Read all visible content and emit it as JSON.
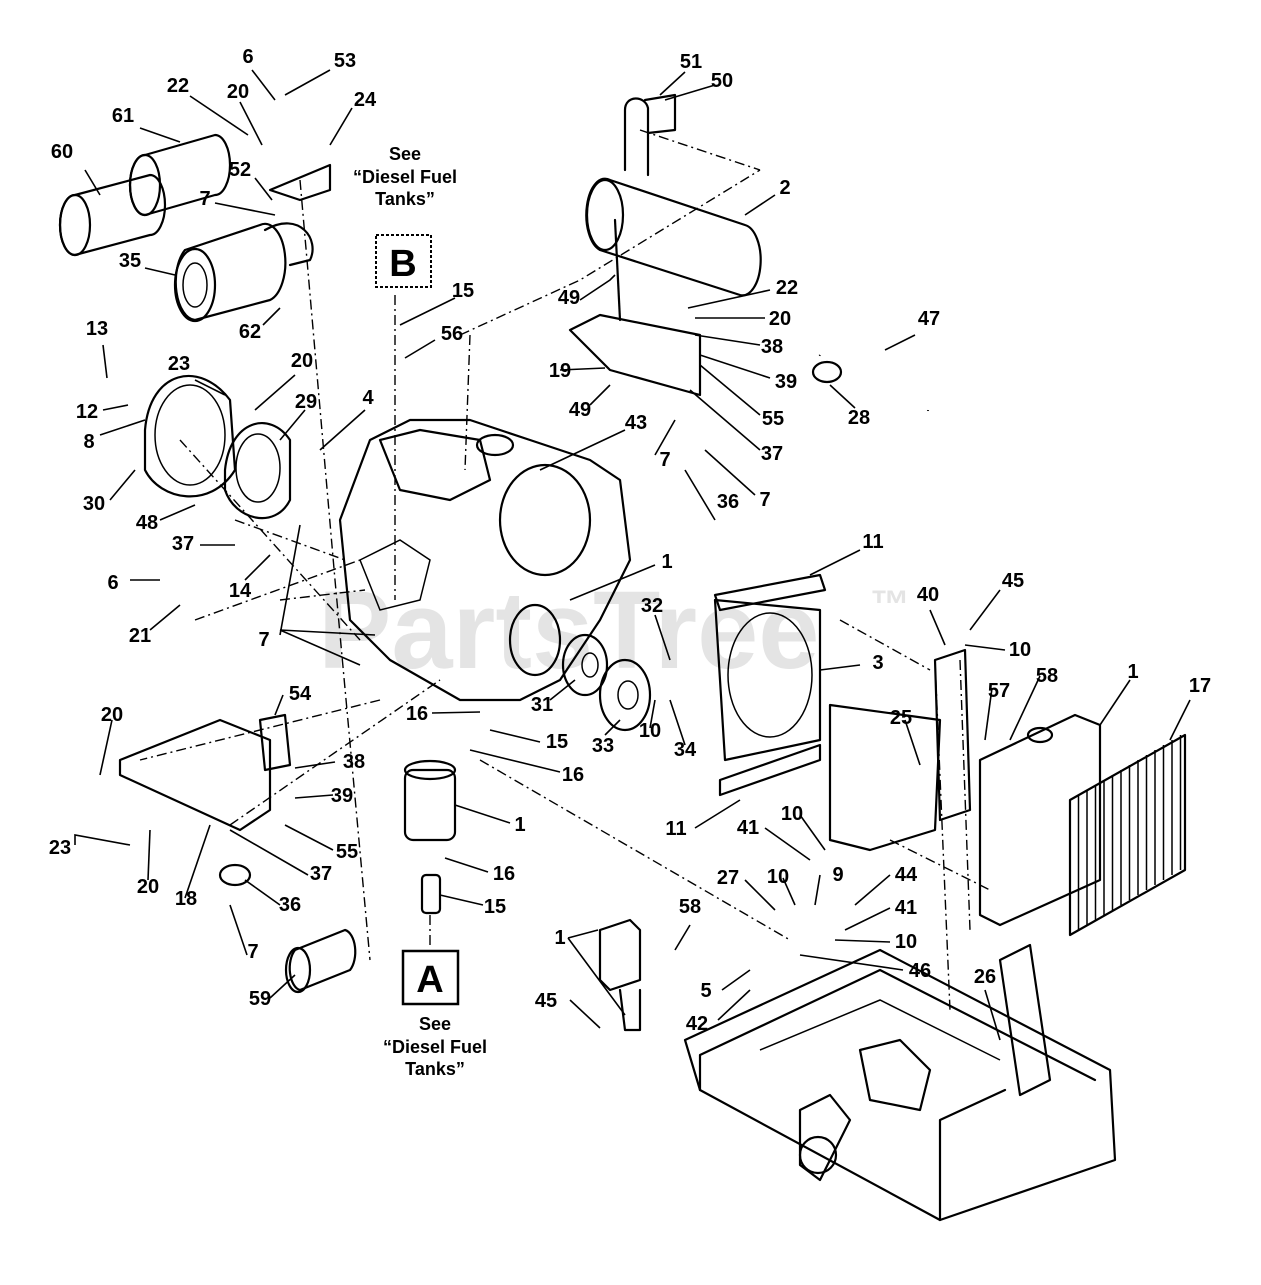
{
  "watermark": {
    "text": "PartsTree",
    "trademark": "™"
  },
  "callouts": [
    "60",
    "61",
    "22",
    "20",
    "6",
    "53",
    "24",
    "52",
    "7",
    "35",
    "62",
    "13",
    "12",
    "8",
    "30",
    "48",
    "23",
    "20",
    "29",
    "4",
    "37",
    "14",
    "6",
    "21",
    "7",
    "15",
    "56",
    "43",
    "1",
    "49",
    "22",
    "20",
    "38",
    "39",
    "55",
    "19",
    "49",
    "7",
    "37",
    "36",
    "7",
    "2",
    "51",
    "50",
    "47",
    "28",
    "11",
    "45",
    "40",
    "10",
    "3",
    "1",
    "17",
    "32",
    "31",
    "33",
    "10",
    "34",
    "16",
    "15",
    "16",
    "1",
    "25",
    "57",
    "58",
    "54",
    "20",
    "38",
    "39",
    "55",
    "23",
    "20",
    "18",
    "37",
    "36",
    "7",
    "59",
    "16",
    "15",
    "11",
    "41",
    "10",
    "27",
    "10",
    "9",
    "44",
    "41",
    "10",
    "46",
    "1",
    "58",
    "45",
    "5",
    "42",
    "26"
  ],
  "letters": {
    "a": "A",
    "b": "B"
  },
  "notes": {
    "top": {
      "line1": "See",
      "line2": "“Diesel Fuel",
      "line3": "Tanks”"
    },
    "bottom": {
      "line1": "See",
      "line2": "“Diesel Fuel",
      "line3": "Tanks”"
    }
  }
}
